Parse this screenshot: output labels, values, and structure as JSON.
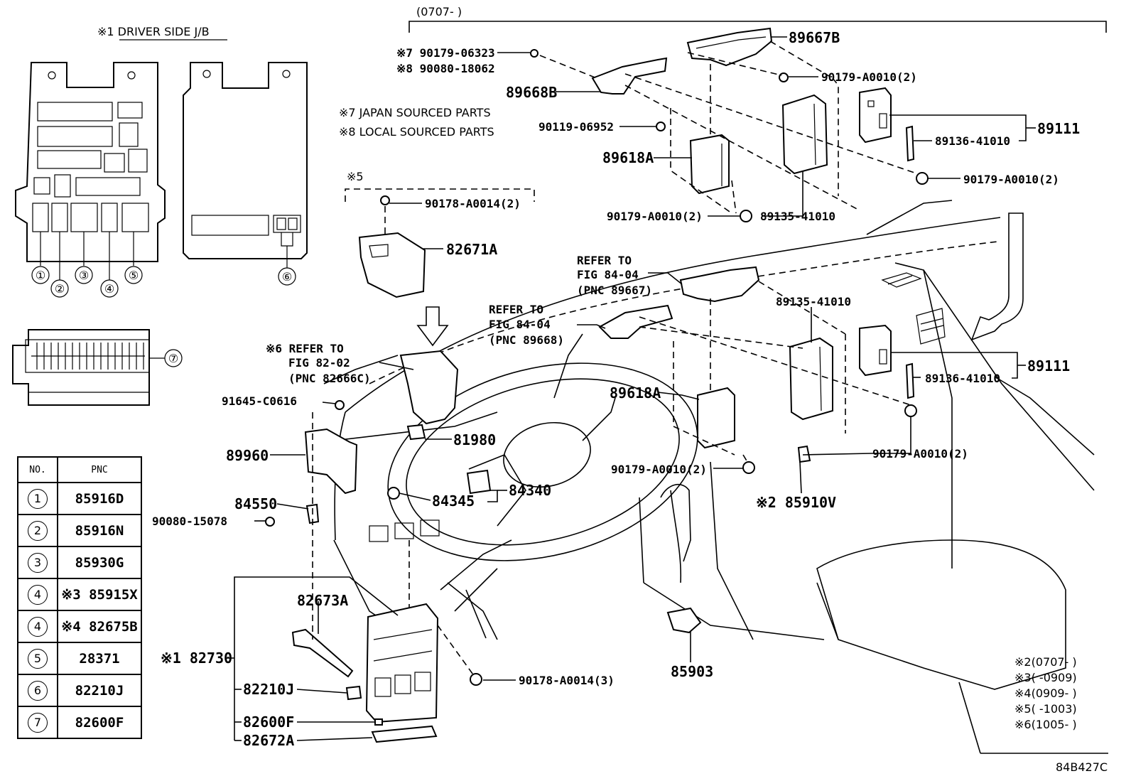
{
  "header": {
    "date_range": "(0707-    )",
    "jb_title": "※1 DRIVER SIDE J/B",
    "diagram_code": "84B427C"
  },
  "legend_notes": {
    "japan": "※7 JAPAN SOURCED PARTS",
    "local": "※8  LOCAL SOURCED PARTS",
    "bracket5": "※5"
  },
  "jb_markers": [
    "①",
    "②",
    "③",
    "④",
    "⑤",
    "⑥",
    "⑦"
  ],
  "pnc_table": {
    "headers": [
      "NO.",
      "PNC"
    ],
    "rows": [
      {
        "no": "①",
        "pnc": "85916D"
      },
      {
        "no": "②",
        "pnc": "85916N"
      },
      {
        "no": "③",
        "pnc": "85930G"
      },
      {
        "no": "④",
        "pnc": "※3 85915X"
      },
      {
        "no": "④",
        "pnc": "※4 82675B"
      },
      {
        "no": "⑤",
        "pnc": "28371"
      },
      {
        "no": "⑥",
        "pnc": "82210J"
      },
      {
        "no": "⑦",
        "pnc": "82600F"
      }
    ]
  },
  "callouts": {
    "p90179_06323": "※7 90179-06323",
    "p90080_18062": "※8 90080-18062",
    "p89667B": "89667B",
    "p89668B": "89668B",
    "p90179_A0010_a": "90179-A0010(2)",
    "p90119_06952": "90119-06952",
    "p89618A_top": "89618A",
    "p89111_top": "89111",
    "p89136_top": "89136-41010",
    "p90179_A0010_b": "90179-A0010(2)",
    "p90179_A0010_c": "90179-A0010(2)",
    "p89135_top": "89135-41010",
    "p90178_A0014_2": "90178-A0014(2)",
    "p82671A": "82671A",
    "refer1_a": "REFER TO",
    "refer1_b": "FIG 84-04",
    "refer1_c": "(PNC 89667)",
    "refer2_a": "REFER TO",
    "refer2_b": "FIG 84-04",
    "refer2_c": "(PNC 89668)",
    "refer3_a": "※6 REFER TO",
    "refer3_b": "FIG 82-02",
    "refer3_c": "(PNC 82666C)",
    "p89135_mid": "89135-41010",
    "p89111_mid": "89111",
    "p89136_mid": "89136-41010",
    "p91645": "91645-C0616",
    "p89618A_mid": "89618A",
    "p81980": "81980",
    "p89960": "89960",
    "p90179_A0010_d": "90179-A0010(2)",
    "p90179_A0010_e": "90179-A0010(2)",
    "p84340": "84340",
    "p84345": "84345",
    "p84550": "84550",
    "p90080_15078": "90080-15078",
    "p85910V": "※2 85910V",
    "p82673A": "82673A",
    "p82730": "※1 82730",
    "p85903": "85903",
    "p90178_A0014_3": "90178-A0014(3)",
    "p82210J": "82210J",
    "p82600F": "82600F",
    "p82672A": "82672A"
  },
  "footnotes": [
    "※2(0707-    )",
    "※3(    -0909)",
    "※4(0909-    )",
    "※5(    -1003)",
    "※6(1005-    )"
  ]
}
